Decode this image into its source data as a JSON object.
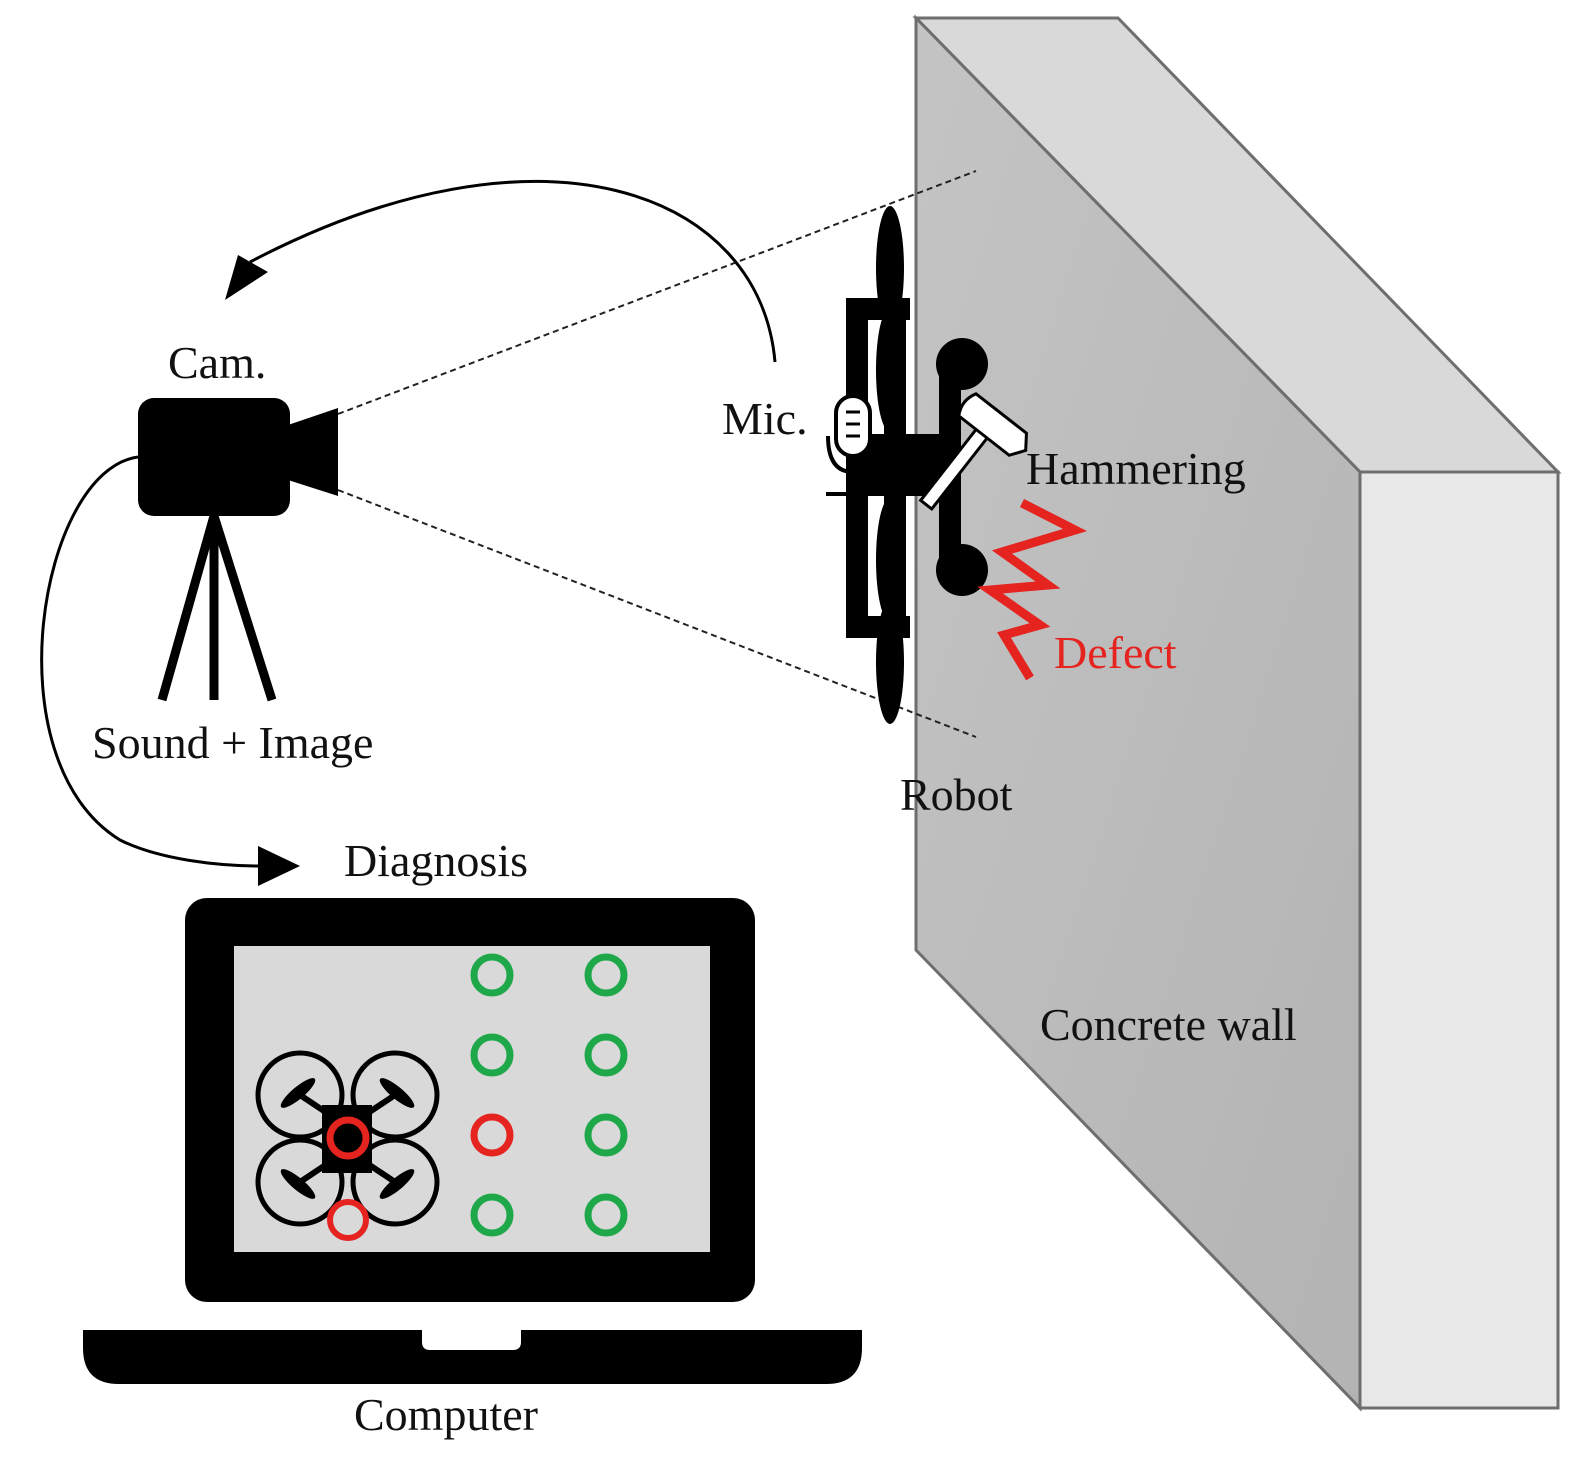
{
  "labels": {
    "camera": "Cam.",
    "mic": "Mic.",
    "hammering": "Hammering",
    "defect": "Defect",
    "robot": "Robot",
    "sound_image": "Sound + Image",
    "diagnosis": "Diagnosis",
    "computer": "Computer",
    "wall": "Concrete wall"
  },
  "screen_grid": {
    "columns": 2,
    "rows": 4,
    "status": [
      [
        "ok",
        "ok"
      ],
      [
        "ok",
        "ok"
      ],
      [
        "defect",
        "ok"
      ],
      [
        "ok",
        "ok"
      ]
    ]
  },
  "icons": [
    "camera-icon",
    "tripod-icon",
    "microphone-icon",
    "hammer-icon",
    "drone-icon",
    "laptop-icon",
    "crack-icon"
  ],
  "colors": {
    "wall_front": "#b9b9b9",
    "wall_side": "#e6e6e6",
    "wall_top": "#d4d4d4",
    "screen": "#d9d9d9",
    "ok_marker": "#1fa84a",
    "defect_marker": "#e5231f",
    "ink": "#000000"
  }
}
